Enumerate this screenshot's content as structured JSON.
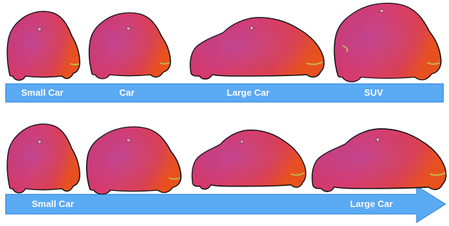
{
  "rows": [
    {
      "name": "discrete-categories",
      "labels": [
        "Small Car",
        "Car",
        "Large Car",
        "SUV"
      ],
      "car_icons": [
        "small-car-icon",
        "car-icon",
        "large-car-icon",
        "suv-icon"
      ]
    },
    {
      "name": "continuous-scale",
      "labels": [
        "Small Car",
        "Large Car"
      ],
      "car_icons": [
        "car-morph-1-icon",
        "car-morph-2-icon",
        "car-morph-3-icon",
        "car-morph-4-icon"
      ]
    }
  ],
  "colors": {
    "bar": "#5aaaf4",
    "bar_stroke": "#2f80d6",
    "car_body": "#d93a68",
    "car_shade": "#e24423",
    "car_highlight": "#8a5ad1",
    "car_outline": "#111111",
    "label_text": "#ffffff"
  }
}
